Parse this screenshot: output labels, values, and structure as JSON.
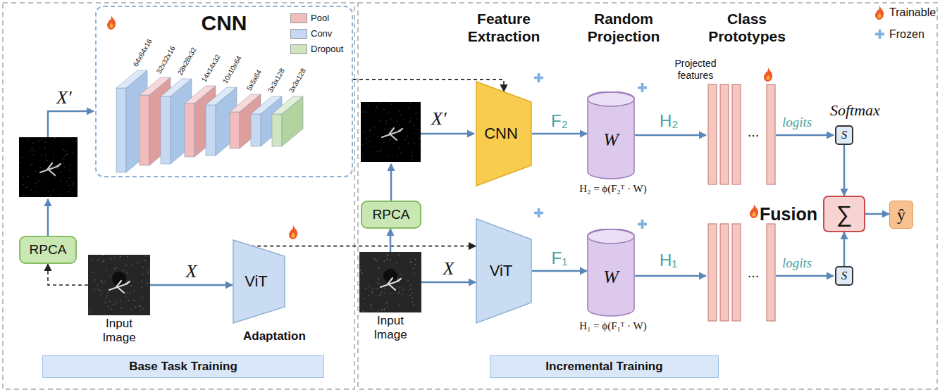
{
  "diagram": {
    "nodes": [
      {
        "text": [
          "CNN"
        ]
      },
      {
        "text": [
          "RPCA"
        ]
      },
      {
        "text": [
          "Input Image"
        ]
      },
      {
        "text": [
          "ViT"
        ]
      },
      {
        "text": [
          "Base Task Training"
        ]
      },
      {
        "text": [
          "CNN"
        ]
      },
      {
        "text": [
          "W"
        ]
      },
      {
        "text": [
          "S"
        ]
      },
      {
        "text": [
          "RPCA"
        ]
      },
      {
        "text": [
          "Fusion",
          "∑"
        ]
      },
      {
        "text": [
          "ŷ"
        ]
      },
      {
        "text": [
          "Input Image"
        ]
      },
      {
        "text": [
          "ViT"
        ]
      },
      {
        "text": [
          "W"
        ]
      },
      {
        "text": [
          "S"
        ]
      },
      {
        "text": [
          "Incremental Training"
        ]
      }
    ],
    "edges": [
      {
        "from": 2,
        "to": 1,
        "arrow": "to"
      },
      {
        "from": 2,
        "to": 3,
        "label": "X",
        "arrow": "to"
      },
      {
        "from": 0,
        "to": 5,
        "arrow": "to"
      },
      {
        "from": 3,
        "to": 12,
        "arrow": "to"
      },
      {
        "from": 11,
        "to": 8,
        "arrow": "to"
      },
      {
        "from": 11,
        "to": 12,
        "label": "X",
        "arrow": "to"
      },
      {
        "from": 5,
        "to": 6,
        "label": "F₂",
        "arrow": "to"
      },
      {
        "from": 12,
        "to": 13,
        "label": "F₁",
        "arrow": "to"
      },
      {
        "from": 7,
        "to": 9,
        "arrow": "to"
      },
      {
        "from": 14,
        "to": 9,
        "arrow": "to"
      },
      {
        "from": 9,
        "to": 10,
        "arrow": "to"
      }
    ],
    "labels": [
      "64x64x16",
      "32x32x16",
      "28x28x32",
      "14x14x32",
      "10x10x64",
      "5x5x64",
      "3x3x128",
      "3x3x128",
      "X′",
      "Adaptation",
      "Feature Extraction",
      "Random Projection",
      "Class Prototypes",
      "X′",
      "H₂",
      "Projected features",
      "H₂ = ϕ(F₂ᵀ · W)",
      "...",
      "logits",
      "Softmax",
      "H₁",
      "H₁ = ϕ(F₁ᵀ · W)",
      "...",
      "logits"
    ],
    "legend": [
      {
        "text": "Pool",
        "color": "#f0bcbc"
      },
      {
        "text": "Conv",
        "color": "#c5daf2"
      },
      {
        "text": "Dropout",
        "color": "#cfe5c0"
      },
      {
        "text": "Trainable"
      },
      {
        "text": "Frozen"
      }
    ]
  }
}
